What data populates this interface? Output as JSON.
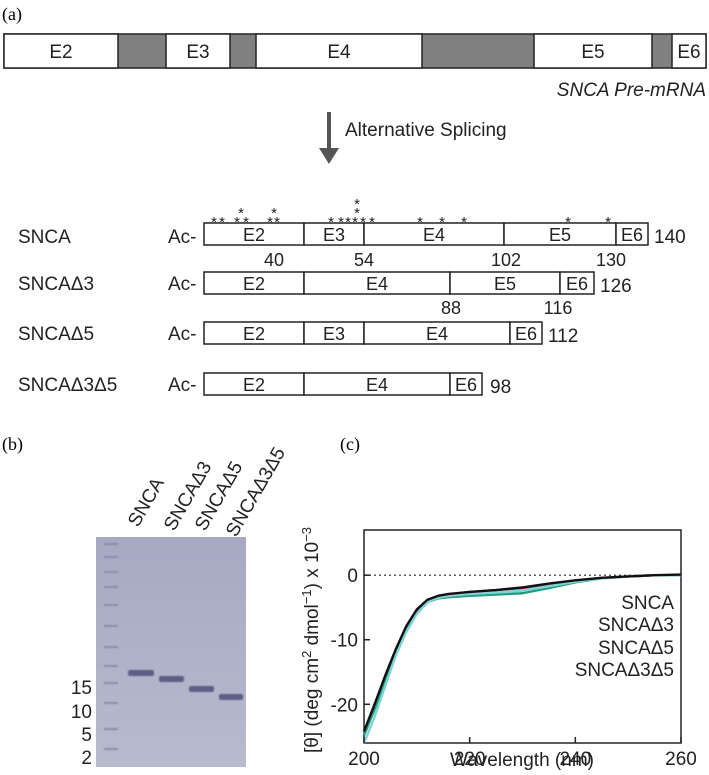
{
  "panels": {
    "a": "(a)",
    "b": "(b)",
    "c": "(c)"
  },
  "pre_mrna": {
    "exons": [
      "E2",
      "E3",
      "E4",
      "E5",
      "E6"
    ],
    "label": "SNCA Pre-mRNA",
    "intron_color": "#808080"
  },
  "arrow_label": "Alternative Splicing",
  "isoforms": [
    {
      "name": "SNCA",
      "prefix": "Ac-",
      "exons": [
        "E2",
        "E3",
        "E4",
        "E5",
        "E6"
      ],
      "length": "140",
      "boundaries": [
        "40",
        "54",
        "102",
        "130"
      ]
    },
    {
      "name": "SNCAΔ3",
      "prefix": "Ac-",
      "exons": [
        "E2",
        "E4",
        "E5",
        "E6"
      ],
      "length": "126",
      "boundaries": [
        "88",
        "116"
      ]
    },
    {
      "name": "SNCAΔ5",
      "prefix": "Ac-",
      "exons": [
        "E2",
        "E3",
        "E4",
        "E6"
      ],
      "length": "112",
      "boundaries": []
    },
    {
      "name": "SNCAΔ3Δ5",
      "prefix": "Ac-",
      "exons": [
        "E2",
        "E4",
        "E6"
      ],
      "length": "98",
      "boundaries": []
    }
  ],
  "modification_mark": "*",
  "gel": {
    "lanes": [
      "SNCA",
      "SNCAΔ3",
      "SNCAΔ5",
      "SNCAΔ3Δ5"
    ],
    "markers": [
      "15",
      "10",
      "5",
      "2"
    ]
  },
  "chart_data": {
    "type": "line",
    "xlabel": "Wavelength (nm)",
    "ylabel": "[θ] (deg cm² dmol⁻¹) x 10⁻³",
    "ylabel_parts": {
      "base": "[θ] (deg cm",
      "sq": "2",
      "mid": " dmol",
      "neg": "−1",
      "end": ") x 10",
      "exp": "−3"
    },
    "xlim": [
      200,
      260
    ],
    "ylim": [
      -26,
      7
    ],
    "xticks": [
      "200",
      "220",
      "240",
      "260"
    ],
    "yticks": [
      "0",
      "-10",
      "-20"
    ],
    "zero_line": "dotted",
    "legend_position": "right",
    "series": [
      {
        "name": "SNCAΔ3Δ5",
        "color": "#cc2f6e",
        "x": [
          200,
          202,
          204,
          206,
          208,
          210,
          212,
          214,
          216,
          220,
          225,
          230,
          235,
          240,
          245,
          250,
          255,
          260
        ],
        "y": [
          -24.5,
          -20.5,
          -16.2,
          -12.0,
          -8.3,
          -5.6,
          -4.0,
          -3.3,
          -3.0,
          -2.6,
          -2.3,
          -2.0,
          -1.4,
          -0.9,
          -0.4,
          -0.2,
          0.0,
          0.0
        ]
      },
      {
        "name": "SNCAΔ5",
        "color": "#1f9e7a",
        "x": [
          200,
          202,
          204,
          206,
          208,
          210,
          212,
          214,
          216,
          220,
          225,
          230,
          235,
          240,
          245,
          250,
          255,
          260
        ],
        "y": [
          -24.8,
          -20.8,
          -16.5,
          -12.3,
          -8.6,
          -5.9,
          -4.2,
          -3.6,
          -3.4,
          -3.2,
          -3.0,
          -2.8,
          -2.0,
          -1.1,
          -0.5,
          -0.2,
          0.0,
          0.0
        ]
      },
      {
        "name": "SNCAΔ3",
        "color": "#7fd3da",
        "x": [
          200,
          202,
          204,
          206,
          208,
          210,
          212,
          214,
          216,
          220,
          225,
          230,
          235,
          240,
          245,
          250,
          255,
          260
        ],
        "y": [
          -26.0,
          -22.0,
          -17.2,
          -12.5,
          -8.8,
          -6.0,
          -4.2,
          -3.5,
          -3.2,
          -2.9,
          -2.7,
          -2.4,
          -1.7,
          -1.0,
          -0.5,
          -0.2,
          0.0,
          0.0
        ]
      },
      {
        "name": "SNCA",
        "color": "#111111",
        "x": [
          200,
          202,
          204,
          206,
          208,
          210,
          212,
          214,
          216,
          220,
          225,
          230,
          235,
          240,
          245,
          250,
          255,
          260
        ],
        "y": [
          -24.2,
          -20.0,
          -15.6,
          -11.5,
          -7.9,
          -5.3,
          -3.8,
          -3.2,
          -2.9,
          -2.6,
          -2.3,
          -1.9,
          -1.3,
          -0.8,
          -0.4,
          -0.2,
          0.0,
          0.1
        ]
      }
    ],
    "legend": [
      "SNCA",
      "SNCAΔ3",
      "SNCAΔ5",
      "SNCAΔ3Δ5"
    ]
  }
}
